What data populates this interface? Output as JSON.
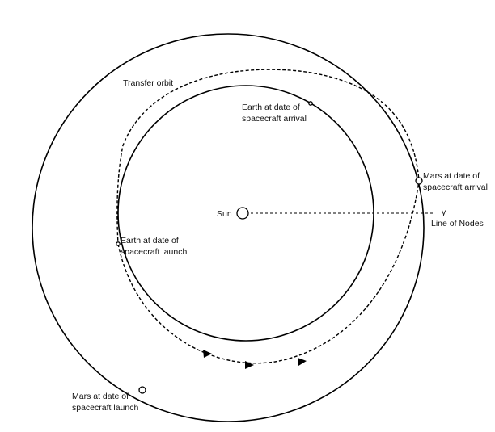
{
  "labels": {
    "transfer_orbit": "Transfer orbit",
    "earth_arrival_line1": "Earth at date of",
    "earth_arrival_line2": "spacecraft arrival",
    "mars_arrival_line1": "Mars at date of",
    "mars_arrival_line2": "spacecraft arrival",
    "sun": "Sun",
    "vernal_equinox": "γ",
    "line_of_nodes": "Line of Nodes",
    "earth_launch_line1": "Earth at date of",
    "earth_launch_line2": "spacecraft launch",
    "mars_launch_line1": "Mars at date of",
    "mars_launch_line2": "spacecraft launch"
  }
}
